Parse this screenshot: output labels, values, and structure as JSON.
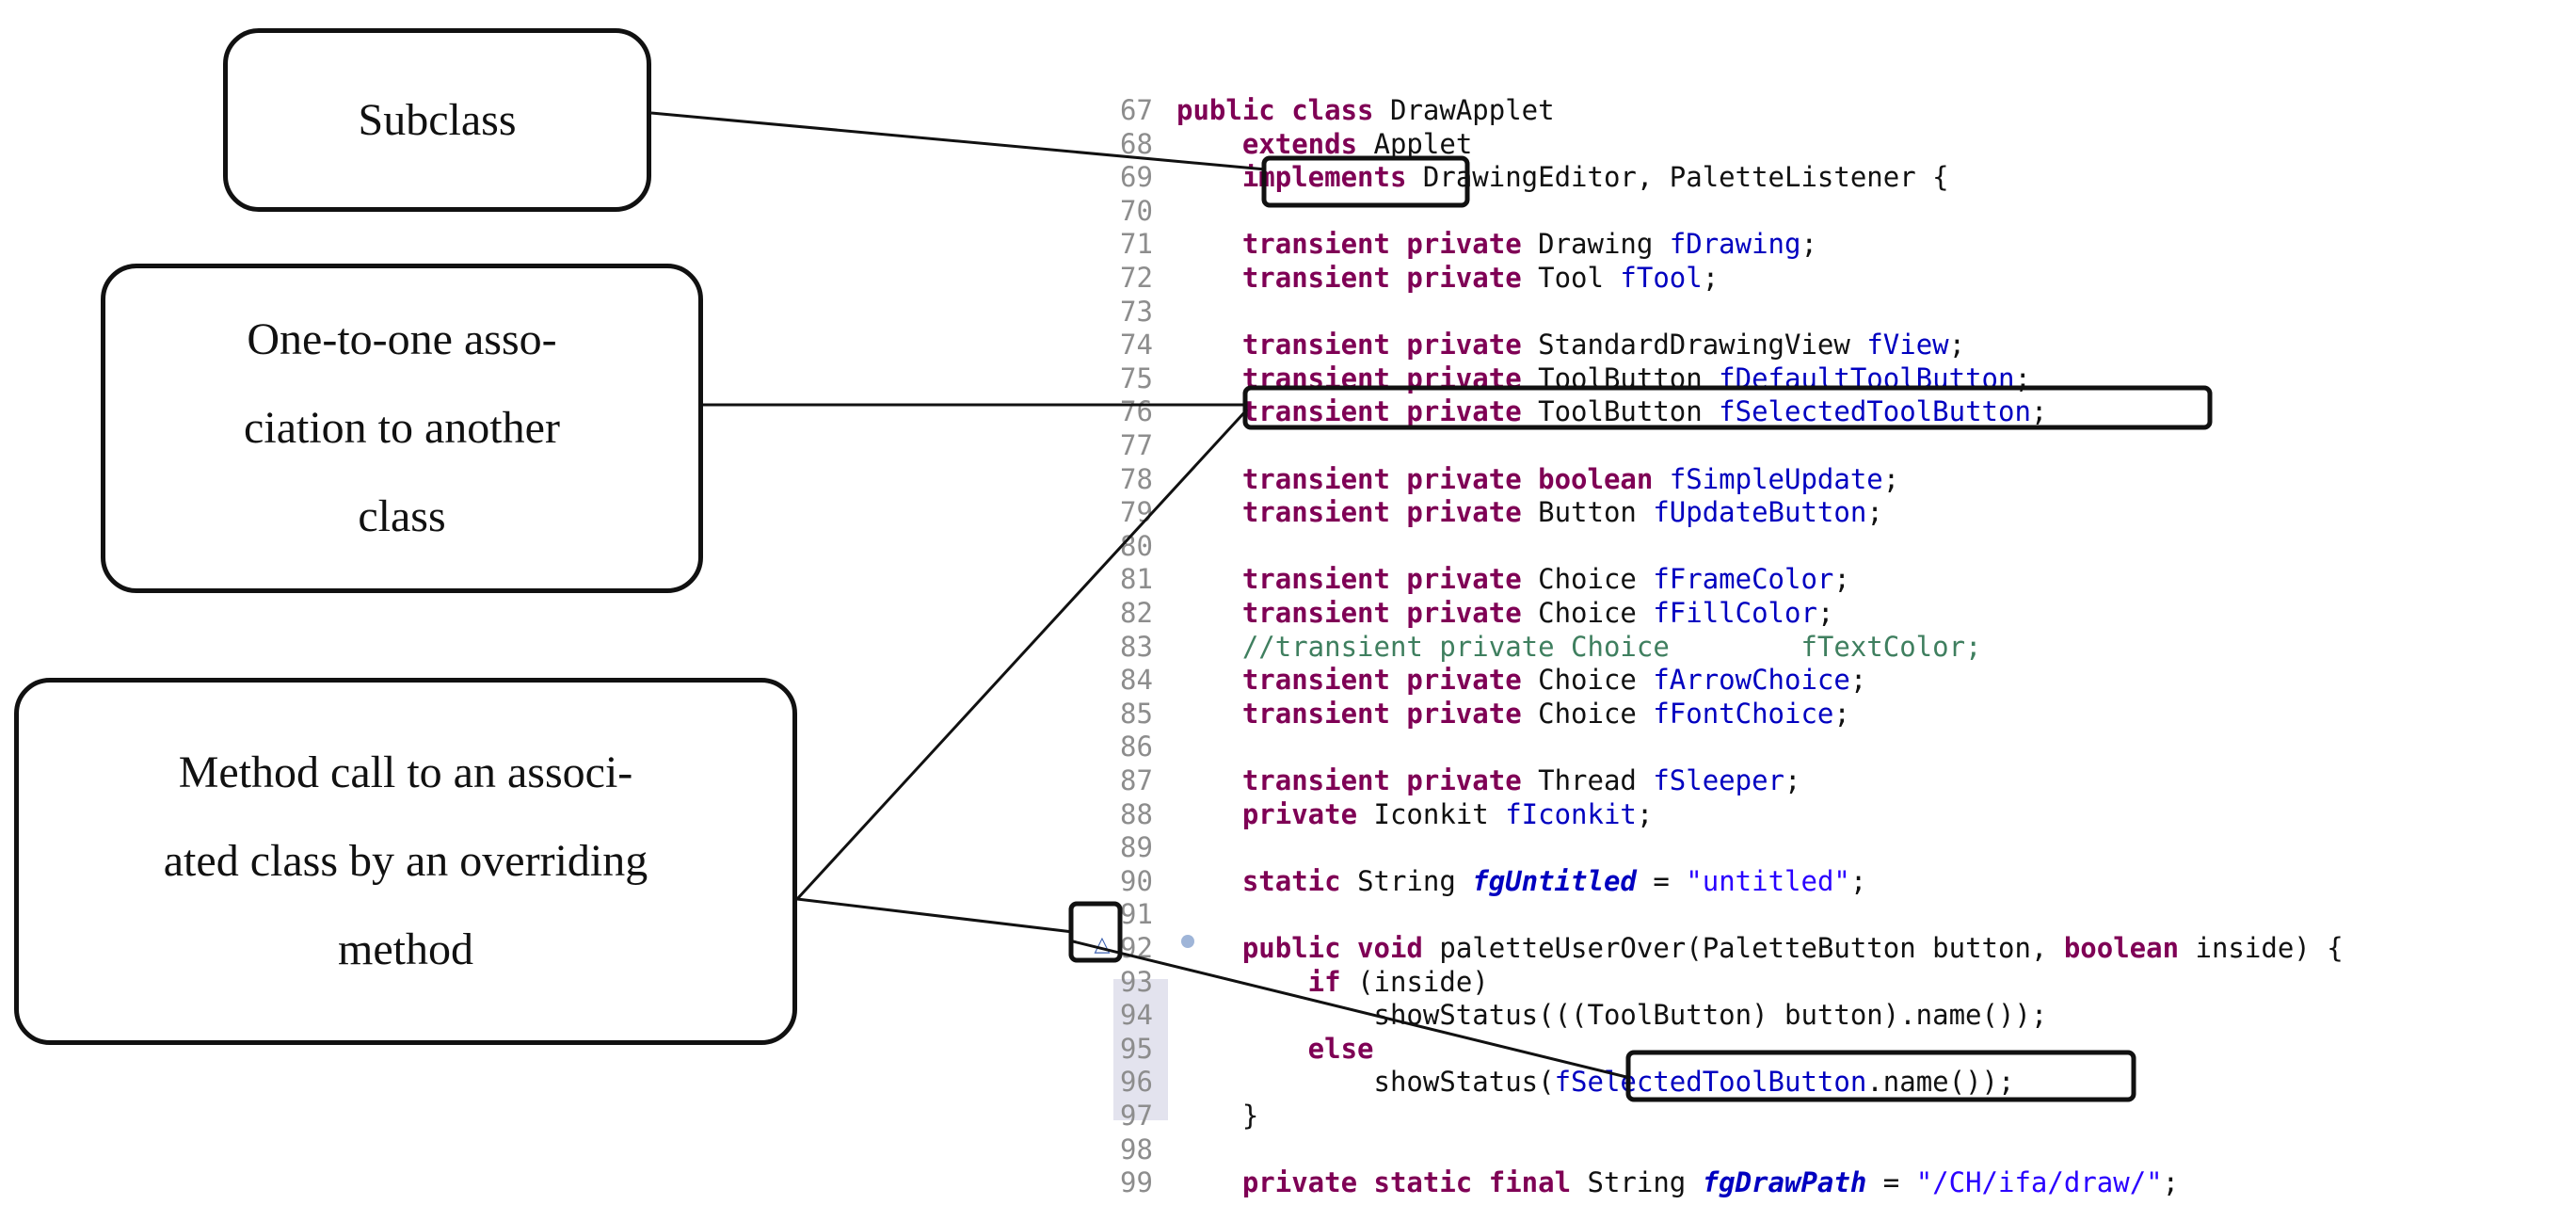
{
  "callouts": {
    "subclass": [
      "Subclass"
    ],
    "association": [
      "One-to-one asso-",
      "ciation to another",
      "class"
    ],
    "method_call": [
      "Method call to an associ-",
      "ated class by an overriding",
      "method"
    ]
  },
  "code": [
    {
      "n": "67",
      "t": [
        [
          "kw",
          "public class "
        ],
        [
          "pl",
          "DrawApplet"
        ]
      ]
    },
    {
      "n": "68",
      "t": [
        [
          "kw",
          "    extends "
        ],
        [
          "pl",
          "Applet"
        ]
      ]
    },
    {
      "n": "69",
      "t": [
        [
          "kw",
          "    implements "
        ],
        [
          "pl",
          "DrawingEditor, PaletteListener {"
        ]
      ]
    },
    {
      "n": "70",
      "t": []
    },
    {
      "n": "71",
      "t": [
        [
          "kw",
          "    transient private "
        ],
        [
          "pl",
          "Drawing "
        ],
        [
          "fld",
          "fDrawing"
        ],
        [
          "pl",
          ";"
        ]
      ]
    },
    {
      "n": "72",
      "t": [
        [
          "kw",
          "    transient private "
        ],
        [
          "pl",
          "Tool "
        ],
        [
          "fld",
          "fTool"
        ],
        [
          "pl",
          ";"
        ]
      ]
    },
    {
      "n": "73",
      "t": []
    },
    {
      "n": "74",
      "t": [
        [
          "kw",
          "    transient private "
        ],
        [
          "pl",
          "StandardDrawingView "
        ],
        [
          "fld",
          "fView"
        ],
        [
          "pl",
          ";"
        ]
      ]
    },
    {
      "n": "75",
      "t": [
        [
          "kw",
          "    transient private "
        ],
        [
          "pl",
          "ToolButton "
        ],
        [
          "fld",
          "fDefaultToolButton"
        ],
        [
          "pl",
          ";"
        ]
      ]
    },
    {
      "n": "76",
      "t": [
        [
          "kw",
          "    transient private "
        ],
        [
          "pl",
          "ToolButton "
        ],
        [
          "fld",
          "fSelectedToolButton"
        ],
        [
          "pl",
          ";"
        ]
      ]
    },
    {
      "n": "77",
      "t": []
    },
    {
      "n": "78",
      "t": [
        [
          "kw",
          "    transient private boolean "
        ],
        [
          "fld",
          "fSimpleUpdate"
        ],
        [
          "pl",
          ";"
        ]
      ]
    },
    {
      "n": "79",
      "t": [
        [
          "kw",
          "    transient private "
        ],
        [
          "pl",
          "Button "
        ],
        [
          "fld",
          "fUpdateButton"
        ],
        [
          "pl",
          ";"
        ]
      ]
    },
    {
      "n": "80",
      "t": []
    },
    {
      "n": "81",
      "t": [
        [
          "kw",
          "    transient private "
        ],
        [
          "pl",
          "Choice "
        ],
        [
          "fld",
          "fFrameColor"
        ],
        [
          "pl",
          ";"
        ]
      ]
    },
    {
      "n": "82",
      "t": [
        [
          "kw",
          "    transient private "
        ],
        [
          "pl",
          "Choice "
        ],
        [
          "fld",
          "fFillColor"
        ],
        [
          "pl",
          ";"
        ]
      ]
    },
    {
      "n": "83",
      "t": [
        [
          "cmt",
          "    //transient private Choice        fTextColor;"
        ]
      ]
    },
    {
      "n": "84",
      "t": [
        [
          "kw",
          "    transient private "
        ],
        [
          "pl",
          "Choice "
        ],
        [
          "fld",
          "fArrowChoice"
        ],
        [
          "pl",
          ";"
        ]
      ]
    },
    {
      "n": "85",
      "t": [
        [
          "kw",
          "    transient private "
        ],
        [
          "pl",
          "Choice "
        ],
        [
          "fld",
          "fFontChoice"
        ],
        [
          "pl",
          ";"
        ]
      ]
    },
    {
      "n": "86",
      "t": []
    },
    {
      "n": "87",
      "t": [
        [
          "kw",
          "    transient private "
        ],
        [
          "pl",
          "Thread "
        ],
        [
          "fld",
          "fSleeper"
        ],
        [
          "pl",
          ";"
        ]
      ]
    },
    {
      "n": "88",
      "t": [
        [
          "kw",
          "    private "
        ],
        [
          "pl",
          "Iconkit "
        ],
        [
          "fld",
          "fIconkit"
        ],
        [
          "pl",
          ";"
        ]
      ]
    },
    {
      "n": "89",
      "t": []
    },
    {
      "n": "90",
      "t": [
        [
          "kw",
          "    static "
        ],
        [
          "pl",
          "String "
        ],
        [
          "fit",
          "fgUntitled"
        ],
        [
          "pl",
          " = "
        ],
        [
          "str",
          "\"untitled\""
        ],
        [
          "pl",
          ";"
        ]
      ]
    },
    {
      "n": "91",
      "t": []
    },
    {
      "n": "92",
      "t": [
        [
          "kw",
          "    public void "
        ],
        [
          "pl",
          "paletteUserOver(PaletteButton button, "
        ],
        [
          "kw",
          "boolean "
        ],
        [
          "pl",
          "inside) {"
        ]
      ]
    },
    {
      "n": "93",
      "t": [
        [
          "kw",
          "        if "
        ],
        [
          "pl",
          "(inside)"
        ]
      ]
    },
    {
      "n": "94",
      "t": [
        [
          "pl",
          "            showStatus(((ToolButton) button).name());"
        ]
      ]
    },
    {
      "n": "95",
      "t": [
        [
          "kw",
          "        else"
        ]
      ]
    },
    {
      "n": "96",
      "t": [
        [
          "pl",
          "            showStatus("
        ],
        [
          "fld",
          "fSelectedToolButton"
        ],
        [
          "pl",
          ".name());"
        ]
      ]
    },
    {
      "n": "97",
      "t": [
        [
          "pl",
          "    }"
        ]
      ]
    },
    {
      "n": "98",
      "t": []
    },
    {
      "n": "99",
      "t": [
        [
          "kw",
          "    private static final "
        ],
        [
          "pl",
          "String "
        ],
        [
          "fit",
          "fgDrawPath"
        ],
        [
          "pl",
          " = "
        ],
        [
          "str",
          "\"/CH/ifa/draw/\""
        ],
        [
          "pl",
          ";"
        ]
      ]
    }
  ]
}
